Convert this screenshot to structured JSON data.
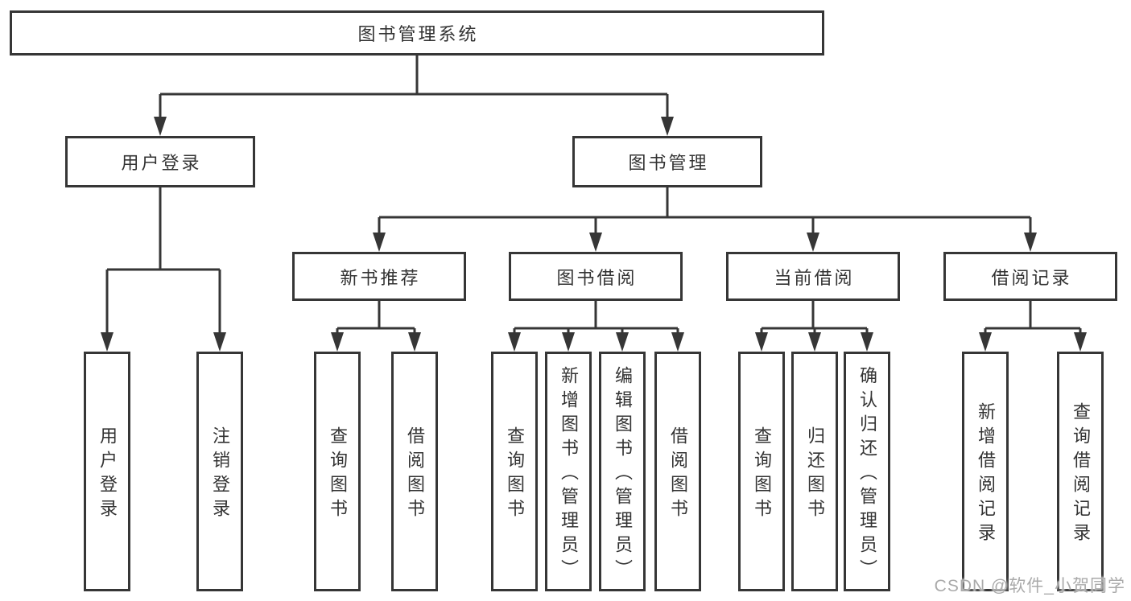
{
  "diagram_title": "图书管理系统",
  "colors": {
    "background": "#ffffff",
    "line": "#363636",
    "text": "#333333",
    "watermark": "#aaaaaa"
  },
  "nodes": {
    "root": {
      "label": "图书管理系统"
    },
    "user_login": {
      "label": "用户登录",
      "children": [
        {
          "label": "用户登录"
        },
        {
          "label": "注销登录"
        }
      ]
    },
    "book_mgmt": {
      "label": "图书管理",
      "sections": [
        {
          "label": "新书推荐",
          "children": [
            {
              "label": "查询图书"
            },
            {
              "label": "借阅图书"
            }
          ]
        },
        {
          "label": "图书借阅",
          "children": [
            {
              "label": "查询图书"
            },
            {
              "label": "新增图书（管理员）"
            },
            {
              "label": "编辑图书（管理员）"
            },
            {
              "label": "借阅图书"
            }
          ]
        },
        {
          "label": "当前借阅",
          "children": [
            {
              "label": "查询图书"
            },
            {
              "label": "归还图书"
            },
            {
              "label": "确认归还（管理员）"
            }
          ]
        },
        {
          "label": "借阅记录",
          "children": [
            {
              "label": "新增借阅记录"
            },
            {
              "label": "查询借阅记录"
            }
          ]
        }
      ]
    }
  },
  "watermark": "CSDN @软件_小贺同学"
}
